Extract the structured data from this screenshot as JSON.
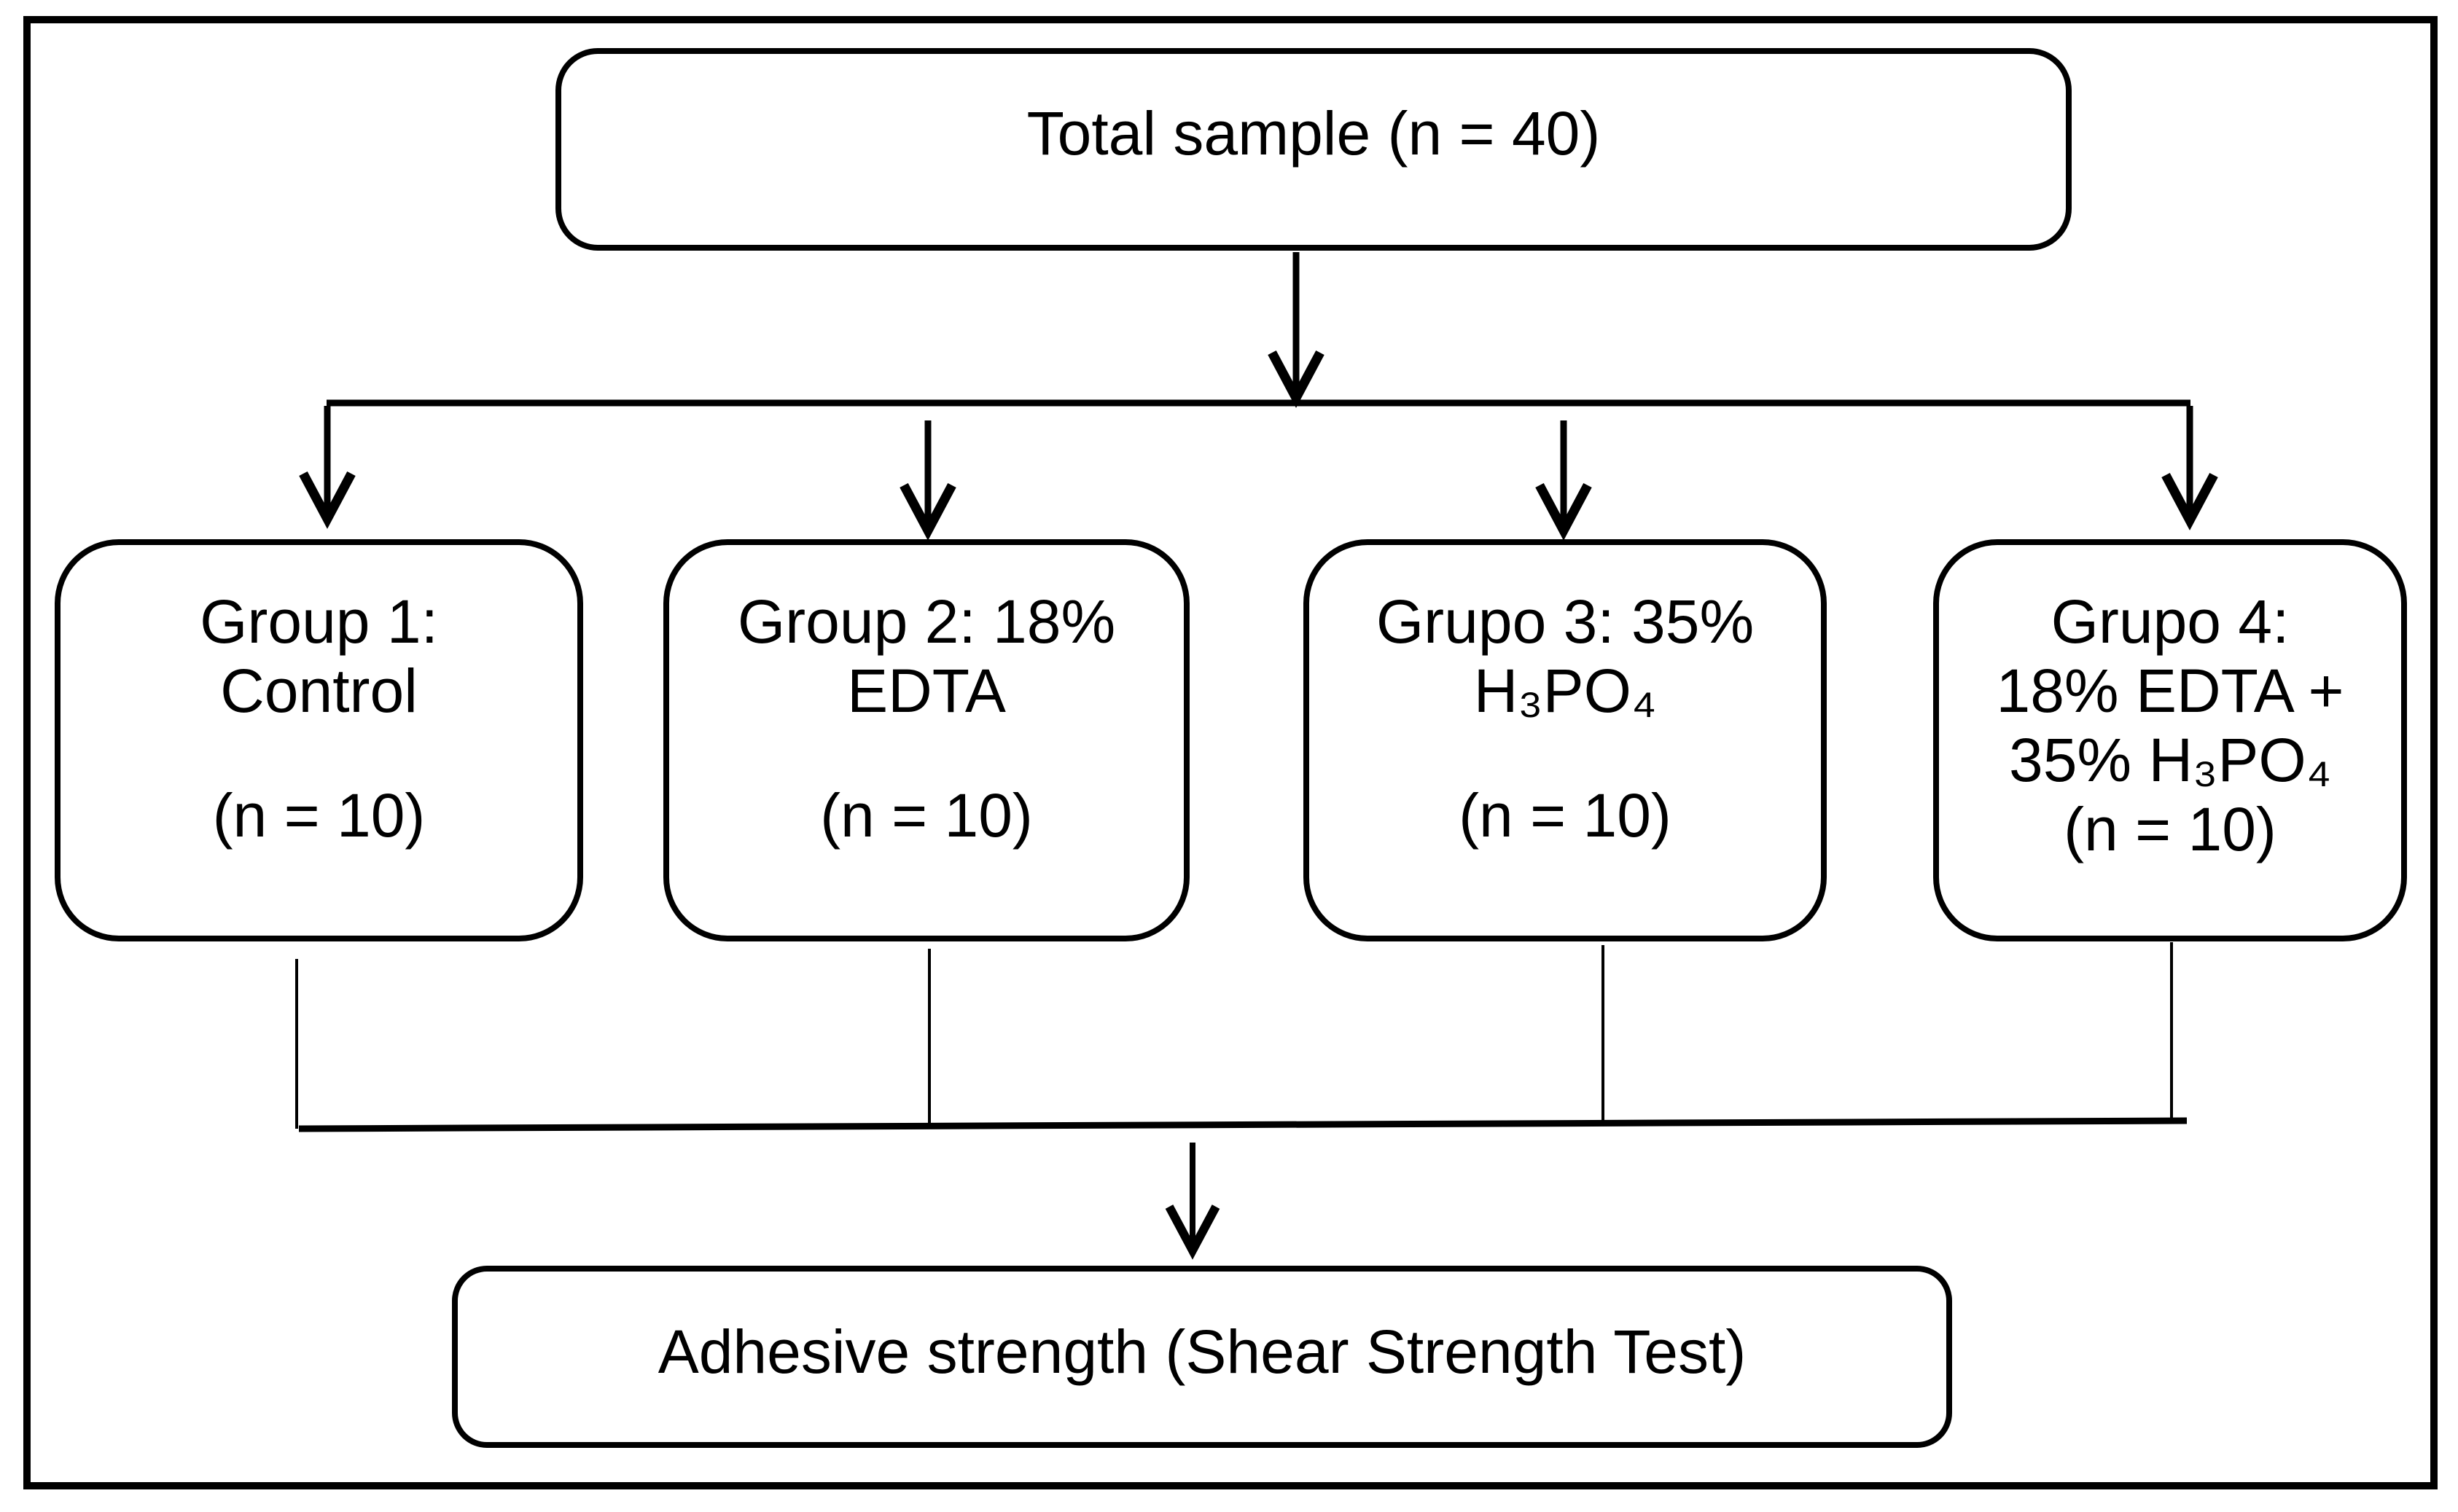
{
  "diagram": {
    "title_hint": "Sample allocation flowchart",
    "colors": {
      "ink": "#000000",
      "background": "#ffffff"
    },
    "top_box": {
      "label": "Total sample (n = 40)"
    },
    "group_boxes": [
      {
        "lines": [
          "Group 1:",
          "Control",
          "",
          "(n = 10)"
        ]
      },
      {
        "lines": [
          "Group 2: 18%",
          "EDTA",
          "",
          "(n = 10)"
        ]
      },
      {
        "lines": [
          "Grupo 3: 35%",
          "H₃PO₄",
          "",
          "(n = 10)"
        ]
      },
      {
        "lines": [
          "Grupo 4:",
          "18% EDTA +",
          "35% H₃PO₄",
          "(n = 10)"
        ]
      }
    ],
    "bottom_box": {
      "label": "Adhesive strength (Shear Strength Test)"
    }
  }
}
